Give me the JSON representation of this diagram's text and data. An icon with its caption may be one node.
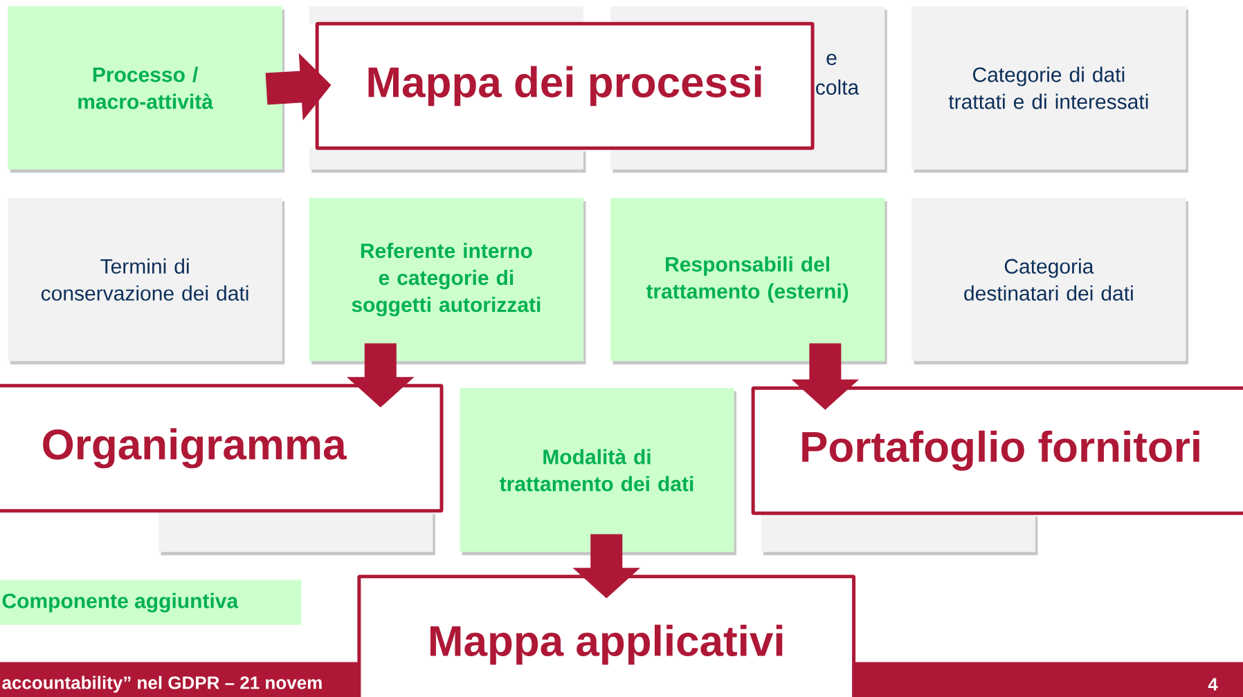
{
  "diagram": {
    "nodes": [
      {
        "text": [
          "Processo / macro-attività"
        ]
      },
      {
        "text": [],
        "shape": "box"
      },
      {
        "text": [
          "e",
          "colta"
        ]
      },
      {
        "text": [
          "Categorie di dati trattati e di interessati"
        ]
      },
      {
        "text": [
          "Termini di conservazione dei dati"
        ]
      },
      {
        "text": [
          "Referente interno e categorie di soggetti autorizzati"
        ]
      },
      {
        "text": [
          "Responsabili del trattamento (esterni)"
        ]
      },
      {
        "text": [
          "Categoria destinatari dei dati"
        ]
      },
      {
        "text": [],
        "shape": "box"
      },
      {
        "text": [
          "Modalità di trattamento dei dati"
        ]
      },
      {
        "text": [],
        "shape": "box"
      },
      {
        "text": [
          "Mappa dei processi"
        ]
      },
      {
        "text": [
          "Organigramma"
        ]
      },
      {
        "text": [
          "Portafoglio fornitori"
        ]
      },
      {
        "text": [
          "Mappa applicativi"
        ]
      }
    ],
    "edges": [
      {
        "from": 0,
        "to": 11,
        "arrow": "to"
      },
      {
        "from": 5,
        "to": 12,
        "arrow": "to"
      },
      {
        "from": 6,
        "to": 13,
        "arrow": "to"
      },
      {
        "from": 9,
        "to": 14,
        "arrow": "to"
      }
    ],
    "labels": [
      "accountability” nel GDPR – 21 novem",
      "4"
    ],
    "legend": [
      {
        "text": "Componente aggiuntiva",
        "color": "#ccffcc"
      }
    ]
  }
}
